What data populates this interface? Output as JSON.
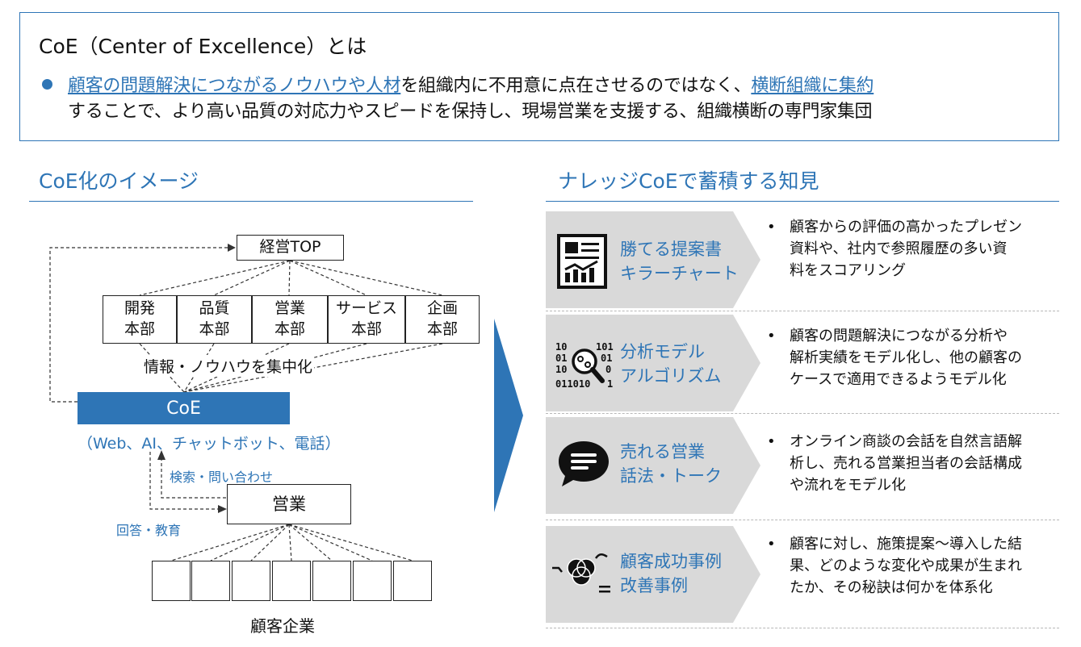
{
  "definition": {
    "title": "CoE（Center of Excellence）とは",
    "line1_link1": "顧客の問題解決につながるノウハウや人材",
    "line1_mid": "を組織内に不用意に点在させるのではなく、",
    "line1_link2": "横断組織に集約",
    "line2": "することで、より高い品質の対応力やスピードを保持し、現場営業を支援する、組織横断の専門家集団"
  },
  "left": {
    "heading": "CoE化のイメージ",
    "top_node": "経営TOP",
    "departments": [
      {
        "line1": "開発",
        "line2": "本部"
      },
      {
        "line1": "品質",
        "line2": "本部"
      },
      {
        "line1": "営業",
        "line2": "本部"
      },
      {
        "line1": "サービス",
        "line2": "本部"
      },
      {
        "line1": "企画",
        "line2": "本部"
      }
    ],
    "centralize_label": "情報・ノウハウを集中化",
    "coe_label": "CoE",
    "coe_channels": "（Web、AI、チャットボット、電話）",
    "search_label": "検索・問い合わせ",
    "answer_label": "回答・教育",
    "sales_label": "営業",
    "customers_label": "顧客企業"
  },
  "right": {
    "heading": "ナレッジCoEで蓄積する知見",
    "rows": [
      {
        "icon": "report-chart-icon",
        "title1": "勝てる提案書",
        "title2": "キラーチャート",
        "desc": [
          "顧客からの評価の高かったプレゼン",
          "資料や、社内で参照履歴の多い資",
          "料をスコアリング"
        ]
      },
      {
        "icon": "data-analysis-icon",
        "title1": "分析モデル",
        "title2": "アルゴリズム",
        "desc": [
          "顧客の問題解決につながる分析や",
          "解析実績をモデル化し、他の顧客の",
          "ケースで適用できるようモデル化"
        ]
      },
      {
        "icon": "speech-bubble-icon",
        "title1": "売れる営業",
        "title2": "話法・トーク",
        "desc": [
          "オンライン商談の会話を自然言語解",
          "析し、売れる営業担当者の会話構成",
          "や流れをモデル化"
        ]
      },
      {
        "icon": "venn-transform-icon",
        "title1": "顧客成功事例",
        "title2": "改善事例",
        "desc": [
          "顧客に対し、施策提案～導入した結",
          "果、どのような変化や成果が生まれ",
          "たか、その秘訣は何かを体系化"
        ]
      }
    ],
    "bullet": "•"
  },
  "binary_icon": {
    "r1a": "10",
    "r1b": "101",
    "r2a": "01",
    "r2b": "01",
    "r3a": "10",
    "r3b": "0",
    "r4": "011010",
    "r4b": "1"
  }
}
